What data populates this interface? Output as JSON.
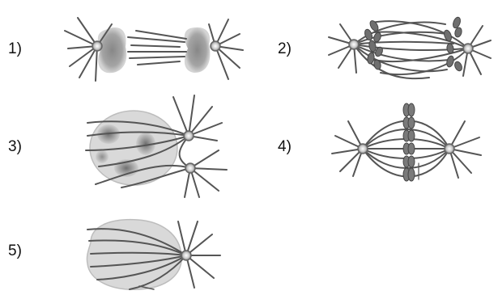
{
  "panels": [
    {
      "label": "1)"
    },
    {
      "label": "2)"
    },
    {
      "label": "3)"
    },
    {
      "label": "4)"
    },
    {
      "label": "5)"
    }
  ],
  "colors": {
    "line": "#555555",
    "chromatin": "#8a8a8a",
    "nucleus": "#d9d9d9",
    "pole_center": "#ffffff"
  }
}
